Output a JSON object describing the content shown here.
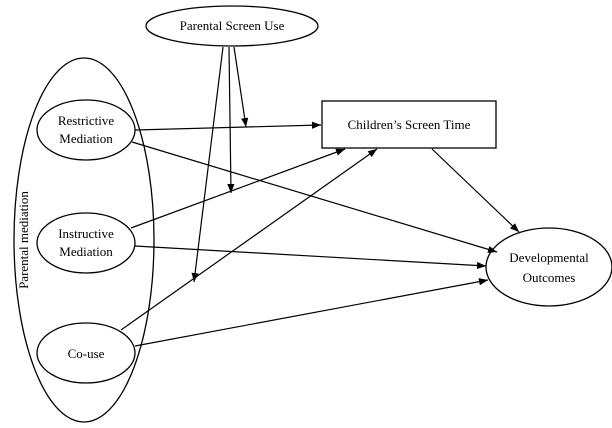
{
  "diagram": {
    "nodes": {
      "parental_screen_use": {
        "label": "Parental Screen  Use"
      },
      "parental_mediation": {
        "label": "Parental mediation"
      },
      "restrictive_mediation": {
        "label_line1": "Restrictive",
        "label_line2": "Mediation"
      },
      "instructive_mediation": {
        "label_line1": "Instructive",
        "label_line2": "Mediation"
      },
      "co_use": {
        "label": "Co-use"
      },
      "childrens_screen_time": {
        "label": "Children’s Screen Time"
      },
      "developmental_outcomes": {
        "label_line1": "Developmental",
        "label_line2": "Outcomes"
      }
    },
    "edges": [
      {
        "from": "Restrictive Mediation",
        "to": "Children’s Screen Time"
      },
      {
        "from": "Restrictive Mediation",
        "to": "Developmental Outcomes"
      },
      {
        "from": "Instructive Mediation",
        "to": "Children’s Screen Time"
      },
      {
        "from": "Instructive Mediation",
        "to": "Developmental Outcomes"
      },
      {
        "from": "Co-use",
        "to": "Children’s Screen Time"
      },
      {
        "from": "Co-use",
        "to": "Developmental Outcomes"
      },
      {
        "from": "Children’s Screen Time",
        "to": "Developmental Outcomes"
      },
      {
        "from": "Parental Screen Use",
        "to": "Restrictive → Screen Time path"
      },
      {
        "from": "Parental Screen Use",
        "to": "Instructive → Screen Time path"
      },
      {
        "from": "Parental Screen Use",
        "to": "Co-use → Screen Time path"
      }
    ]
  }
}
